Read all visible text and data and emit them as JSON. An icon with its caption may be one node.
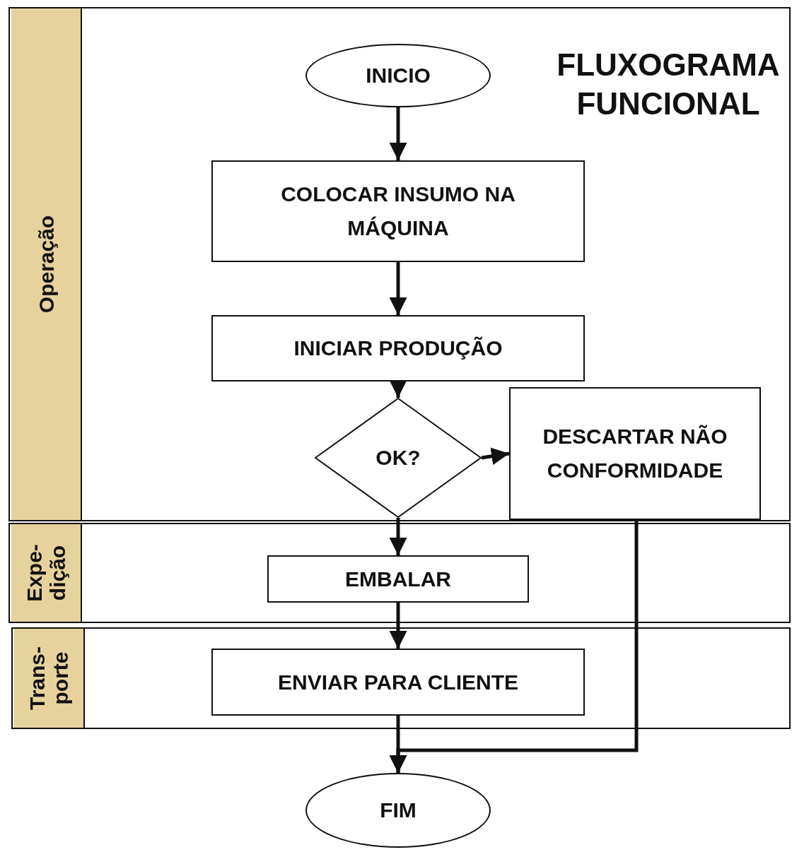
{
  "diagram": {
    "title": "FLUXOGRAMA FUNCIONAL",
    "nodes": [
      {
        "text": [
          "Operação"
        ]
      },
      {
        "text": [
          "Expe- dição"
        ]
      },
      {
        "text": [
          "Trans- porte"
        ]
      },
      {
        "text": [
          "INICIO"
        ],
        "in": 0
      },
      {
        "text": [
          "COLOCAR INSUMO NA MÁQUINA"
        ],
        "in": 0
      },
      {
        "text": [
          "INICIAR PRODUÇÃO"
        ],
        "in": 0
      },
      {
        "text": [
          "OK?"
        ],
        "in": 0
      },
      {
        "text": [
          "DESCARTAR NÃO CONFORMIDADE"
        ],
        "in": 0
      },
      {
        "text": [
          "EMBALAR"
        ],
        "in": 1
      },
      {
        "text": [
          "ENVIAR PARA CLIENTE"
        ],
        "in": 2
      },
      {
        "text": [
          "FIM"
        ]
      }
    ],
    "edges": [
      {
        "from": 3,
        "to": 4,
        "arrow": "to"
      },
      {
        "from": 4,
        "to": 5,
        "arrow": "to"
      },
      {
        "from": 5,
        "to": 6,
        "arrow": "to"
      },
      {
        "from": 6,
        "to": 7,
        "arrow": "to"
      },
      {
        "from": 6,
        "to": 8,
        "arrow": "to"
      },
      {
        "from": 8,
        "to": 9,
        "arrow": "to"
      },
      {
        "from": 9,
        "to": 10,
        "arrow": "to"
      },
      {
        "from": 7,
        "to": 10,
        "arrow": "to"
      }
    ]
  }
}
